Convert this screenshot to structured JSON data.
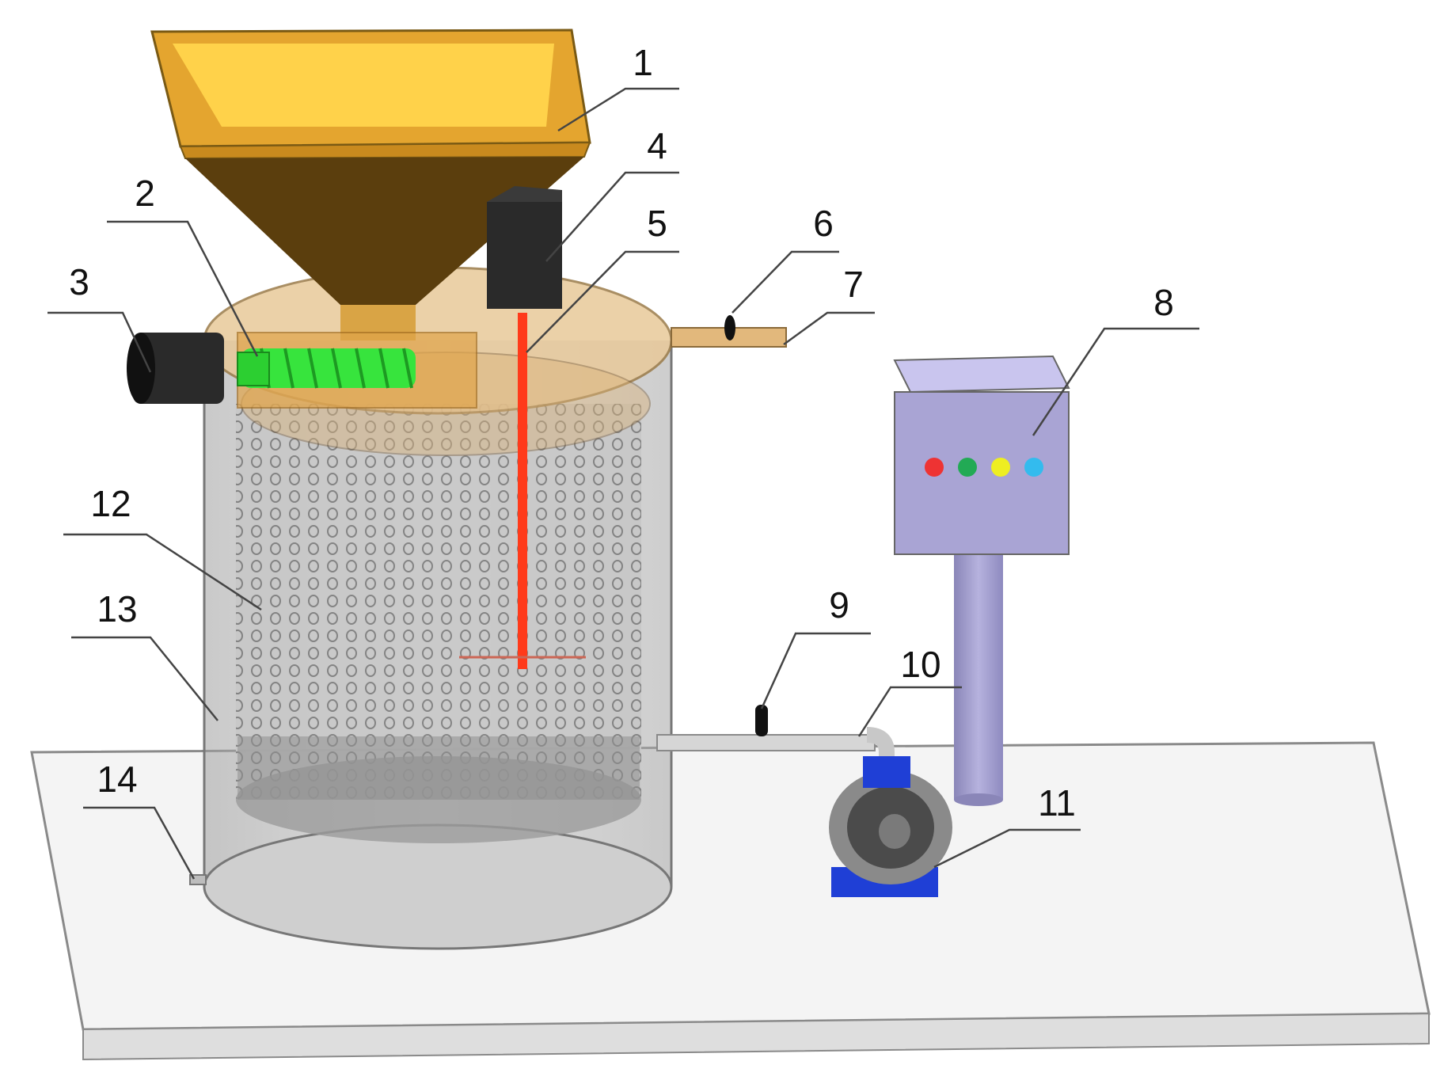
{
  "figure": {
    "callouts": [
      {
        "id": "1",
        "label": "1"
      },
      {
        "id": "2",
        "label": "2"
      },
      {
        "id": "3",
        "label": "3"
      },
      {
        "id": "4",
        "label": "4"
      },
      {
        "id": "5",
        "label": "5"
      },
      {
        "id": "6",
        "label": "6"
      },
      {
        "id": "7",
        "label": "7"
      },
      {
        "id": "8",
        "label": "8"
      },
      {
        "id": "9",
        "label": "9"
      },
      {
        "id": "10",
        "label": "10"
      },
      {
        "id": "11",
        "label": "11"
      },
      {
        "id": "12",
        "label": "12"
      },
      {
        "id": "13",
        "label": "13"
      },
      {
        "id": "14",
        "label": "14"
      }
    ],
    "control_box_indicator_colors": [
      "#ee3333",
      "#22aa55",
      "#eeee22",
      "#33bbee"
    ],
    "colors": {
      "hopper_inner": "#f7c93a",
      "hopper_outer": "#5a3c0c",
      "screw": "#37e43d",
      "shaft": "#ff3a1a",
      "motor": "#2a2a2a",
      "control_box": "#a9a4d4",
      "pump_base": "#1f3fd6",
      "platform": "#f2f2f2"
    }
  }
}
